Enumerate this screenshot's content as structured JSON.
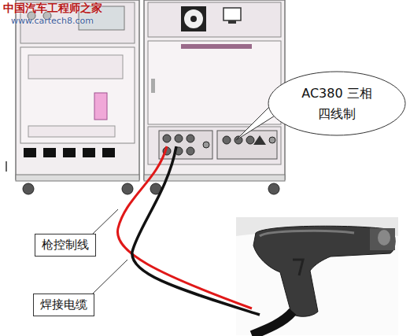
{
  "diagram": {
    "nodes": [
      {
        "text": [
          "AC380 三相四线制"
        ]
      },
      {
        "text": [
          "枪控制线"
        ]
      },
      {
        "text": [
          "焊接电缆"
        ]
      }
    ],
    "labels": [
      "中国汽车工程师之家",
      "www.cartech8.com"
    ]
  }
}
